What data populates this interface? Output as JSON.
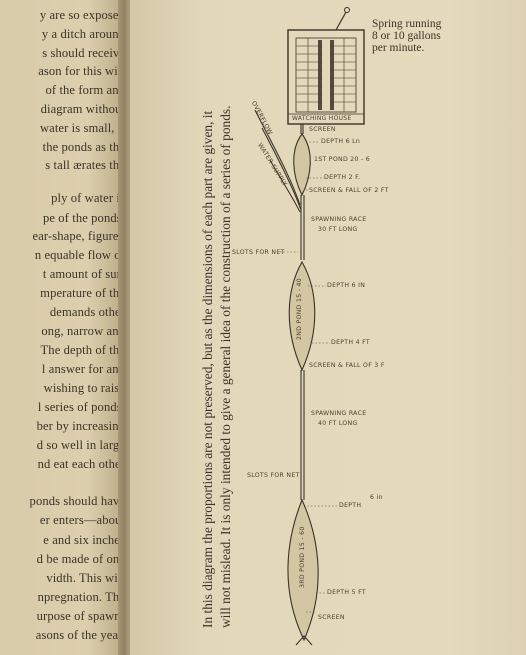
{
  "left_page": {
    "lines": [
      "y are so exposed",
      "y a ditch around",
      "s should receive",
      "ason for this will",
      "of the form and",
      "diagram without",
      "water is small, it",
      "the ponds as the",
      "s tall ærates the",
      "ply of water is",
      "pe of the ponds.",
      "ear-shape, figured",
      "n equable flow of",
      "t amount of sur-",
      "mperature of the",
      "demands other",
      "ong, narrow and",
      "The depth of the",
      "l answer for any",
      "wishing to raise",
      "l series of ponds,",
      "ber by increasing",
      "d so well in large",
      "nd eat each other",
      "ponds should have",
      "er enters—about",
      "e and six inches",
      "d be made of one",
      "vidth. This will",
      "npregnation. The",
      "urpose of spawn-",
      "asons of the year."
    ]
  },
  "caption": {
    "line1": "In this diagram the proportions are not preserved, but as the dimensions of each part are given, it",
    "line2": "will not mislead. It is only intended to give a general idea of the construction of a series of ponds."
  },
  "diagram": {
    "spring_note": [
      "Spring running",
      "8 or 10 gallons",
      "per minute."
    ],
    "watching_house": "WATCHING HOUSE",
    "overflow": "OVERFLOW",
    "water_supply": "WATER SUPPLY",
    "screen_top": "SCREEN",
    "depth_top": "DEPTH 6 Ln",
    "pond1": "1ST POND 20 - 6",
    "depth_2": "DEPTH 2 F.",
    "screen_fall_1": "SCREEN & FALL OF 2 FT",
    "race_1_a": "SPAWNING RACE",
    "race_1_b": "30 FT LONG",
    "slots_1": "SLOTS FOR NET",
    "depth_6": "DEPTH 6 IN",
    "pond2": "2ND POND 15 - 40",
    "depth_4": "DEPTH 4 FT",
    "screen_fall_2": "SCREEN & FALL OF 3 F",
    "race_2_a": "SPAWNING RACE",
    "race_2_b": "40 FT LONG",
    "slots_2": "SLOTS FOR NET",
    "depth_bottom_a": "6 in",
    "depth_bottom_b": "DEPTH",
    "pond3": "3RD POND 15 - 60",
    "depth_5": "DEPTH 5 FT",
    "screen_bottom": "SCREEN"
  }
}
